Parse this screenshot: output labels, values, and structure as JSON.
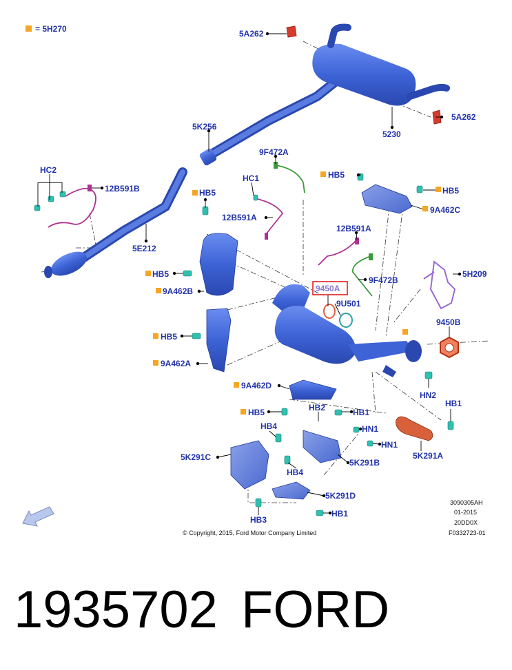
{
  "colors": {
    "part_blue": "#3d63d6",
    "part_blue_dark": "#2a48b0",
    "label_blue": "#2233aa",
    "marker_orange": "#f5a623",
    "cap_red": "#d63b2b",
    "gasket_orange": "#d8603a",
    "sensor_green": "#3a9a3a",
    "sensor_magenta": "#b03090",
    "clip_teal": "#30c0b0",
    "highlight_red": "#e02020",
    "bracket_purple": "#9a6ad0"
  },
  "legend": {
    "marker": "■",
    "text": "= 5H270"
  },
  "labels": {
    "5A262_top": "5A262",
    "5A262_right": "5A262",
    "5230": "5230",
    "5K256": "5K256",
    "HC2": "HC2",
    "12B591B": "12B591B",
    "5E212": "5E212",
    "9F472A": "9F472A",
    "HC1": "HC1",
    "12B591A_mid": "12B591A",
    "HB5_a": "HB5",
    "HB5_b": "HB5",
    "HB5_c": "HB5",
    "HB5_d": "HB5",
    "HB5_e": "HB5",
    "HB5_f": "HB5",
    "9A462C": "9A462C",
    "12B591A_right": "12B591A",
    "9A462B": "9A462B",
    "9450A": "9450A",
    "9F472B": "9F472B",
    "9U501": "9U501",
    "5H209": "5H209",
    "9450B": "9450B",
    "9A462A": "9A462A",
    "9A462D": "9A462D",
    "HN2": "HN2",
    "HB1_a": "HB1",
    "HB1_b": "HB1",
    "HB1_c": "HB1",
    "HB2": "HB2",
    "HB4_a": "HB4",
    "HB4_b": "HB4",
    "HN1_a": "HN1",
    "HN1_b": "HN1",
    "5K291C": "5K291C",
    "5K291B": "5K291B",
    "5K291A": "5K291A",
    "5K291D": "5K291D",
    "HB3": "HB3"
  },
  "meta": {
    "code1": "3090305AH",
    "code2": "01-2015",
    "code3": "20DD0X",
    "code4": "F0332723-01",
    "copyright": "© Copyright, 2015, Ford Motor Company Limited"
  },
  "footer": {
    "part_number": "1935702",
    "brand": "FORD"
  }
}
